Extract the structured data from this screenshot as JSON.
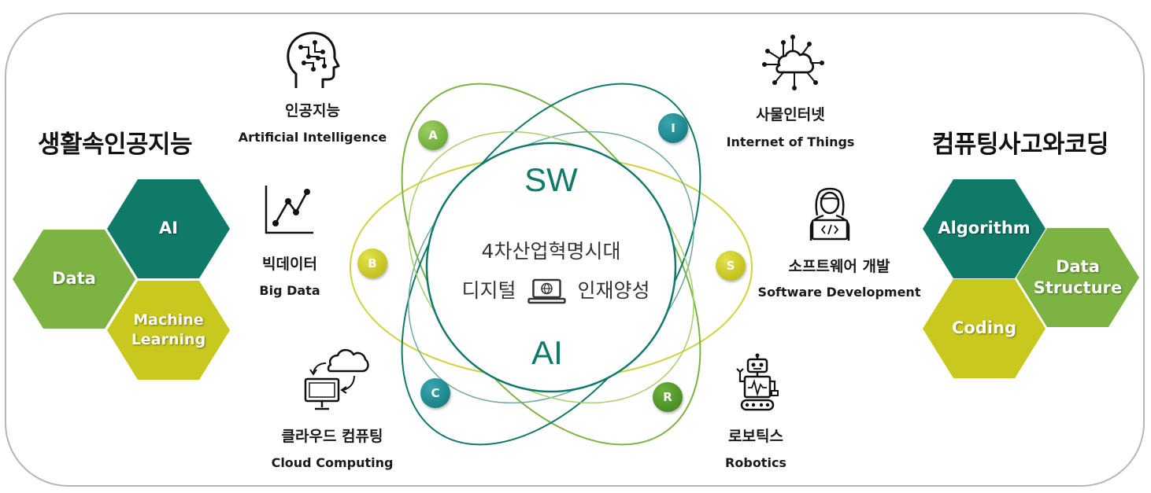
{
  "colors": {
    "teal": "#0f7a68",
    "green": "#7cb342",
    "yellow": "#c8c81e",
    "badge_teal": "#17868f"
  },
  "left": {
    "title": "생활속인공지능",
    "hexes": [
      "AI",
      "Data",
      "Machine\nLearning"
    ]
  },
  "right": {
    "title": "컴퓨팅사고와코딩",
    "hexes": [
      "Algorithm",
      "Data\nStructure",
      "Coding"
    ]
  },
  "center": {
    "sw": "SW",
    "ai": "AI",
    "line1": "4차산업혁명시대",
    "line2_left": "디지털",
    "line2_right": "인재양성"
  },
  "badges": {
    "a": "A",
    "b": "B",
    "c": "C",
    "i": "I",
    "s": "S",
    "r": "R"
  },
  "topics": {
    "ai": {
      "ko": "인공지능",
      "en": "Artificial Intelligence",
      "icon": "brain-circuit-icon"
    },
    "bigdata": {
      "ko": "빅데이터",
      "en": "Big Data",
      "icon": "line-graph-icon"
    },
    "cloud": {
      "ko": "클라우드 컴퓨팅",
      "en": "Cloud Computing",
      "icon": "cloud-monitor-icon"
    },
    "iot": {
      "ko": "사물인터넷",
      "en": "Internet of Things",
      "icon": "cloud-network-icon"
    },
    "sw": {
      "ko": "소프트웨어 개발",
      "en": "Software Development",
      "icon": "developer-icon"
    },
    "robotics": {
      "ko": "로보틱스",
      "en": "Robotics",
      "icon": "robot-icon"
    }
  }
}
